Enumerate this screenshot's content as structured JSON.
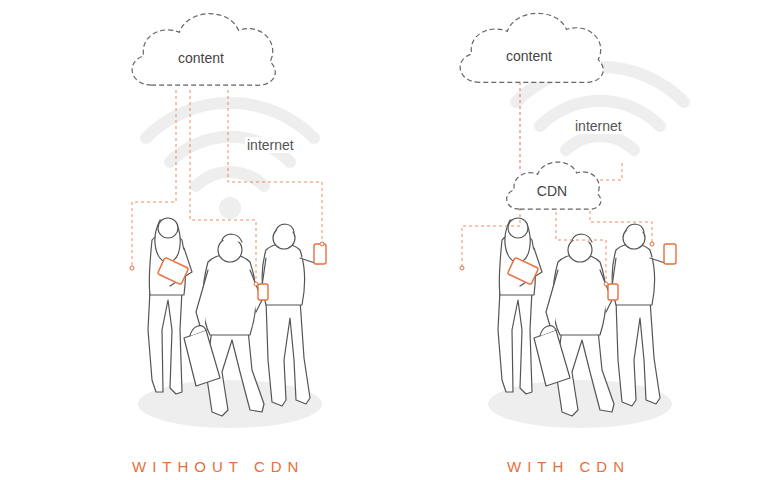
{
  "diagram": {
    "nodes": [
      {
        "text": [
          "content"
        ]
      },
      {
        "text": [
          "content"
        ]
      },
      {
        "text": [
          "CDN"
        ]
      }
    ],
    "edges": [
      {
        "from": 1,
        "to": 2,
        "arrow": "none"
      }
    ],
    "labels": [
      "internet",
      "internet",
      "WITHOUT CDN",
      "WITH CDN"
    ]
  }
}
